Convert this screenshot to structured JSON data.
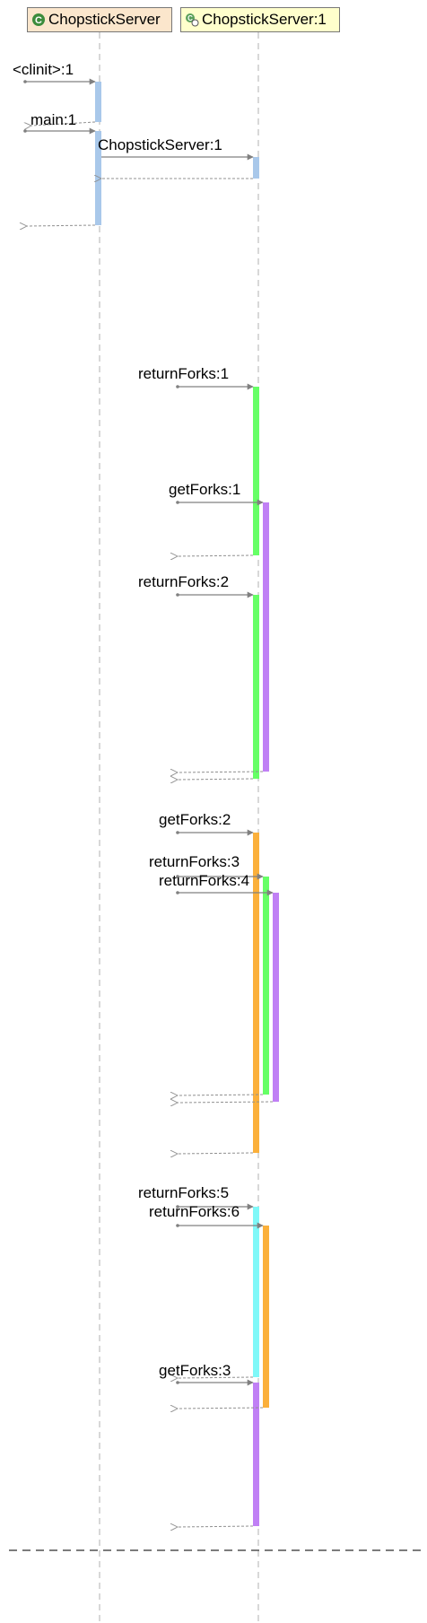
{
  "participants": [
    {
      "id": "server_class",
      "label": "ChopstickServer",
      "icon": "class-c-icon",
      "header_color": "#fbe6cc"
    },
    {
      "id": "server_inst",
      "label": "ChopstickServer:1",
      "icon": "instance-object-icon",
      "header_color": "#ffffcc"
    }
  ],
  "colors": {
    "blue": "#a9c8ea",
    "green": "#66ff66",
    "purple": "#c080f5",
    "orange": "#fbb03b",
    "cyan": "#7ff8f8",
    "arrow": "#808080",
    "lifeline": "#c8c8c8"
  },
  "calls": [
    {
      "label": "<clinit>:1",
      "target": "server_class",
      "color": "blue"
    },
    {
      "label": "main:1",
      "target": "server_class",
      "color": "blue"
    },
    {
      "label": "ChopstickServer:1",
      "target": "server_inst",
      "color": "blue"
    },
    {
      "label": "returnForks:1",
      "target": "server_inst",
      "color": "green"
    },
    {
      "label": "getForks:1",
      "target": "server_inst",
      "color": "purple"
    },
    {
      "label": "returnForks:2",
      "target": "server_inst",
      "color": "green"
    },
    {
      "label": "getForks:2",
      "target": "server_inst",
      "color": "orange"
    },
    {
      "label": "returnForks:3",
      "target": "server_inst",
      "color": "green"
    },
    {
      "label": "returnForks:4",
      "target": "server_inst",
      "color": "purple"
    },
    {
      "label": "returnForks:5",
      "target": "server_inst",
      "color": "cyan"
    },
    {
      "label": "returnForks:6",
      "target": "server_inst",
      "color": "orange"
    },
    {
      "label": "getForks:3",
      "target": "server_inst",
      "color": "purple"
    }
  ]
}
